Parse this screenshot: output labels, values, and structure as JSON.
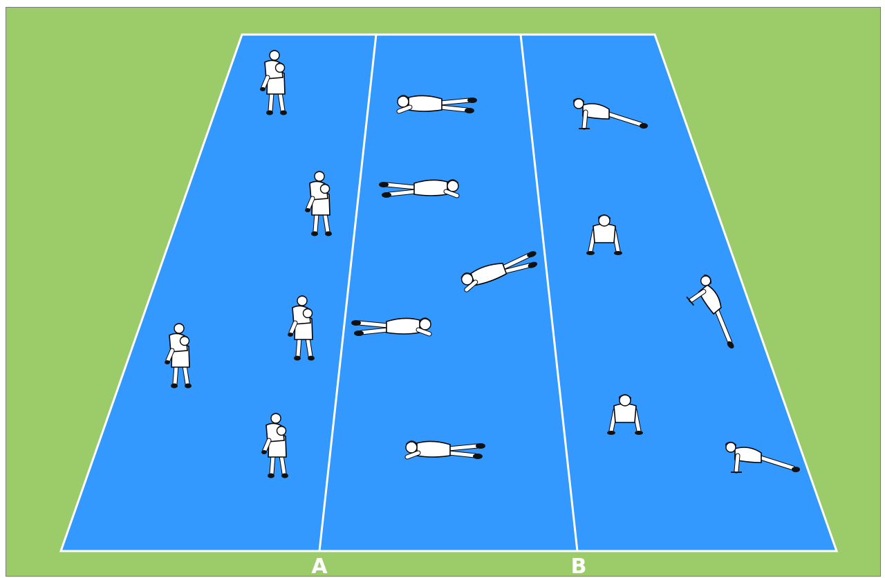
{
  "colors": {
    "grass": "#9ccc6a",
    "court": "#3399ff",
    "lines": "#ffffff",
    "players": "#ffffff"
  },
  "zones": [
    {
      "label": "A",
      "activity": "piggyback-carry"
    },
    {
      "label": "B",
      "activity": "push-up"
    }
  ],
  "icons": [
    "piggyback-player-icon",
    "crawling-player-icon",
    "push-up-player-icon"
  ]
}
